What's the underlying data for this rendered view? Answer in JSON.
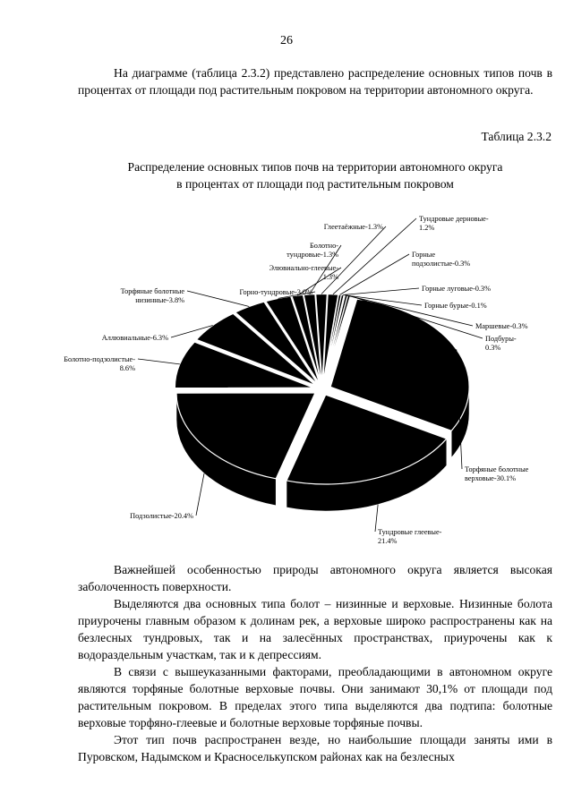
{
  "page": {
    "number": "26",
    "intro": "На диаграмме (таблица 2.3.2) представлено распределение основных типов почв в процентах от площади под растительным покровом на территории автономного округа.",
    "table_label": "Таблица 2.3.2",
    "chart_title_line1": "Распределение основных типов почв на территории автономного округа",
    "chart_title_line2": "в процентах от площади под растительным покровом",
    "paragraphs": [
      "Важнейшей особенностью природы автономного округа является высокая заболоченность поверхности.",
      "Выделяются два основных типа болот – низинные и верховые. Низинные болота приурочены главным образом к долинам рек, а верховые широко распространены как на безлесных тундровых, так и на залесённых пространствах, приурочены как к водораздельным участкам, так и к депрессиям.",
      "В связи с вышеуказанными факторами, преобладающими в автономном округе являются торфяные болотные верховые почвы. Они занимают 30,1% от площади под растительным покровом. В пределах этого типа выделяются два подтипа: болотные верховые торфяно-глеевые и болотные верховые торфяные почвы.",
      "Этот тип почв распространен везде, но наибольшие площади заняты ими в Пуровском, Надымском и Красноселькупском районах как на безлесных"
    ]
  },
  "chart_data": {
    "type": "pie",
    "title": "Распределение основных типов почв на территории автономного округа в процентах от площади под растительным покровом",
    "unit": "%",
    "slices": [
      {
        "label_lines": [
          "Тундровые дерновые-",
          "1.2%"
        ],
        "value": 1.2
      },
      {
        "label_lines": [
          "Горные",
          "подзолистые-0.3%"
        ],
        "value": 0.3
      },
      {
        "label_lines": [
          "Горные луговые-0.3%"
        ],
        "value": 0.3
      },
      {
        "label_lines": [
          "Горные бурые-0.1%"
        ],
        "value": 0.1
      },
      {
        "label_lines": [
          "Маршевые-0.3%"
        ],
        "value": 0.3
      },
      {
        "label_lines": [
          "Подбуры-",
          "0.3%"
        ],
        "value": 0.3
      },
      {
        "label_lines": [
          "Торфяные болотные",
          "верховые-30.1%"
        ],
        "value": 30.1
      },
      {
        "label_lines": [
          "Тундровые глеевые-",
          "21.4%"
        ],
        "value": 21.4
      },
      {
        "label_lines": [
          "Подзолистые-20.4%"
        ],
        "value": 20.4
      },
      {
        "label_lines": [
          "Болотно-подзолистые-",
          "8.6%"
        ],
        "value": 8.6
      },
      {
        "label_lines": [
          "Аллювиальные-6.3%"
        ],
        "value": 6.3
      },
      {
        "label_lines": [
          "Торфяные болотные",
          "низинные-3.8%"
        ],
        "value": 3.8
      },
      {
        "label_lines": [
          "Горно-тундровые-3.0%"
        ],
        "value": 3.0
      },
      {
        "label_lines": [
          "Элювиально-глеевые-",
          "1.3%"
        ],
        "value": 1.3
      },
      {
        "label_lines": [
          "Болотно-",
          "тундровые-1.3%"
        ],
        "value": 1.3
      },
      {
        "label_lines": [
          "Глеетаёжные-1.3%"
        ],
        "value": 1.3
      }
    ],
    "colors": {
      "slice": "#000000",
      "background": "#ffffff",
      "leader": "#000000"
    },
    "legend": "none",
    "style": "3d-exploded"
  }
}
